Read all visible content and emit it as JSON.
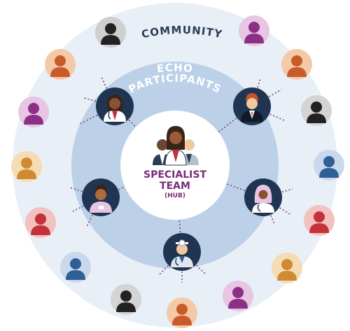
{
  "labels": {
    "community": "COMMUNITY",
    "echo": "ECHO",
    "participants": "PARTICIPANTS",
    "specialist": "SPECIALIST",
    "team": "TEAM",
    "hub": "(HUB)"
  },
  "colors": {
    "outer_ring": "#e8eff7",
    "middle_ring": "#bcd1e8",
    "center": "#ffffff",
    "navy": "#1f3552",
    "navy_text": "#2b3d55",
    "purple": "#7a2d7a",
    "dotted_line": "#8a3a7d"
  },
  "hub_icon": "specialist-team-icon",
  "participants": [
    {
      "name": "female-doctor",
      "icon": "female-doctor-icon"
    },
    {
      "name": "male-physician",
      "icon": "male-physician-icon"
    },
    {
      "name": "hijab-clinician",
      "icon": "hijab-clinician-icon"
    },
    {
      "name": "doctor-headlamp",
      "icon": "doctor-headlamp-icon"
    },
    {
      "name": "nurse",
      "icon": "nurse-icon"
    }
  ],
  "community": [
    {
      "bg": "#cfcfcf",
      "fg": "#222222"
    },
    {
      "bg": "#e7c5e3",
      "fg": "#8c2f86"
    },
    {
      "bg": "#f4c9a8",
      "fg": "#c95a2a"
    },
    {
      "bg": "#d4d4d4",
      "fg": "#222222"
    },
    {
      "bg": "#c9d8ec",
      "fg": "#2f5f95"
    },
    {
      "bg": "#f3c1bf",
      "fg": "#c3313b"
    },
    {
      "bg": "#f6dcb2",
      "fg": "#cf8a33"
    },
    {
      "bg": "#e7c5e3",
      "fg": "#8c2f86"
    },
    {
      "bg": "#f4c9a8",
      "fg": "#c95a2a"
    },
    {
      "bg": "#d4d4d4",
      "fg": "#222222"
    },
    {
      "bg": "#c9d8ec",
      "fg": "#2f5f95"
    },
    {
      "bg": "#f3c1bf",
      "fg": "#c3313b"
    },
    {
      "bg": "#f6dcb2",
      "fg": "#cf8a33"
    },
    {
      "bg": "#e7c5e3",
      "fg": "#8c2f86"
    },
    {
      "bg": "#f4c9a8",
      "fg": "#c95a2a"
    }
  ]
}
